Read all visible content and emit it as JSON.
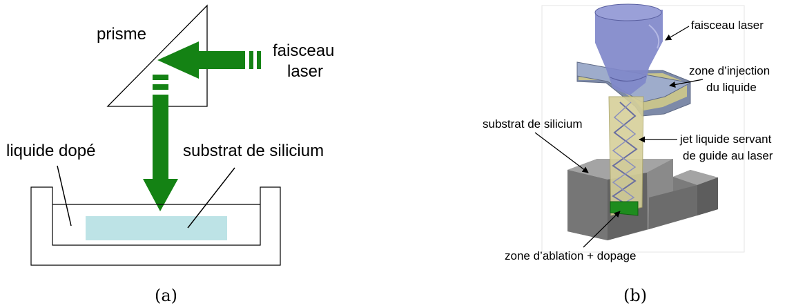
{
  "panel_a": {
    "prism_label": "prisme",
    "beam_label_line1": "faisceau",
    "beam_label_line2": "laser",
    "liquid_label": "liquide dopé",
    "substrate_label": "substrat de silicium",
    "caption": "(a)",
    "colors": {
      "beam": "#148214",
      "substrate": "#bde3e6",
      "outline": "#000000"
    }
  },
  "panel_b": {
    "beam_label": "faisceau laser",
    "injection_label_line1": "zone d’injection",
    "injection_label_line2": "du liquide",
    "substrate_label": "substrat de silicium",
    "jet_label_line1": "jet liquide servant",
    "jet_label_line2": "de guide au laser",
    "ablation_label": "zone d’ablation + dopage",
    "caption": "(b)",
    "colors": {
      "nozzle": "#7f86c9",
      "injection_disc": "#8c9cc0",
      "jet": "#c8c48a",
      "block": "#7d7d7d",
      "ablation": "#1e8c1e"
    }
  }
}
